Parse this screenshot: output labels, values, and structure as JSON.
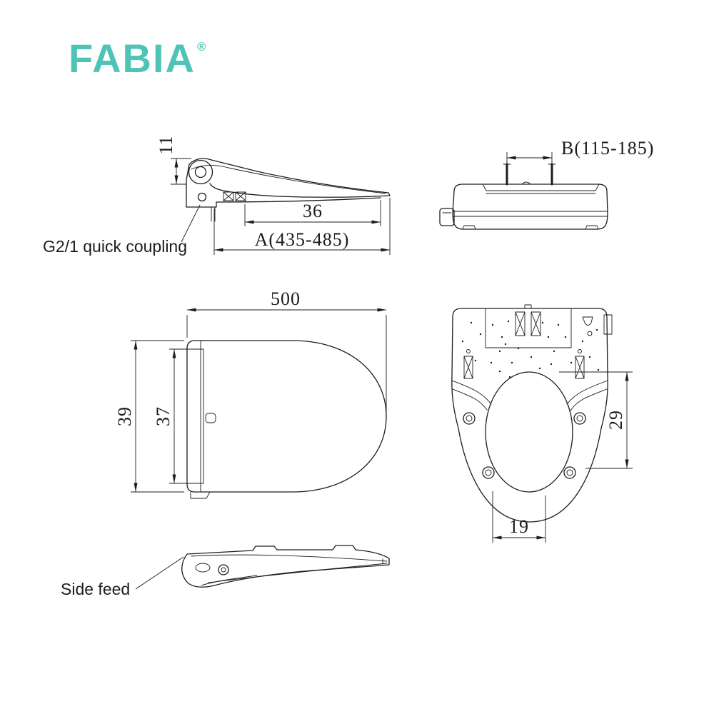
{
  "meta": {
    "background_color": "#ffffff",
    "line_color": "#1c1c1c",
    "brand_color": "#4fc4b6"
  },
  "brand": {
    "name": "FABIA",
    "mark": "®"
  },
  "callouts": {
    "quick_coupling": "G2/1 quick coupling",
    "side_feed": "Side feed"
  },
  "dimensions": {
    "hinge_height": "11",
    "hinge_depth": "36",
    "length_range": "A(435-485)",
    "bolt_spacing_range": "B(115-185)",
    "width": "500",
    "depth_outer": "39",
    "depth_inner": "37",
    "bowl_offset": "29",
    "hole_spacing": "19"
  }
}
